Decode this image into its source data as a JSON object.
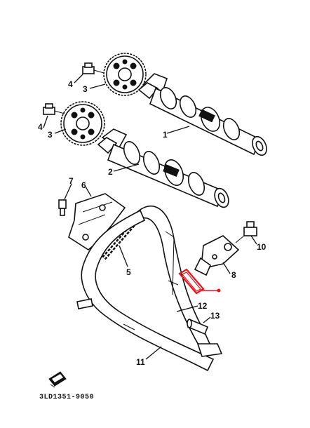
{
  "labels": {
    "l1": "1",
    "l2": "2",
    "l3a": "3",
    "l3b": "3",
    "l4a": "4",
    "l4b": "4",
    "l5": "5",
    "l6": "6",
    "l7": "7",
    "l8": "8",
    "l10": "10",
    "l11": "11",
    "l12": "12",
    "l13": "13"
  },
  "code": "3LD1351-9050",
  "colors": {
    "ink": "#111111",
    "highlight": "#e8141c",
    "background": "#ffffff"
  },
  "icons": {
    "book": "manual-book-icon"
  }
}
